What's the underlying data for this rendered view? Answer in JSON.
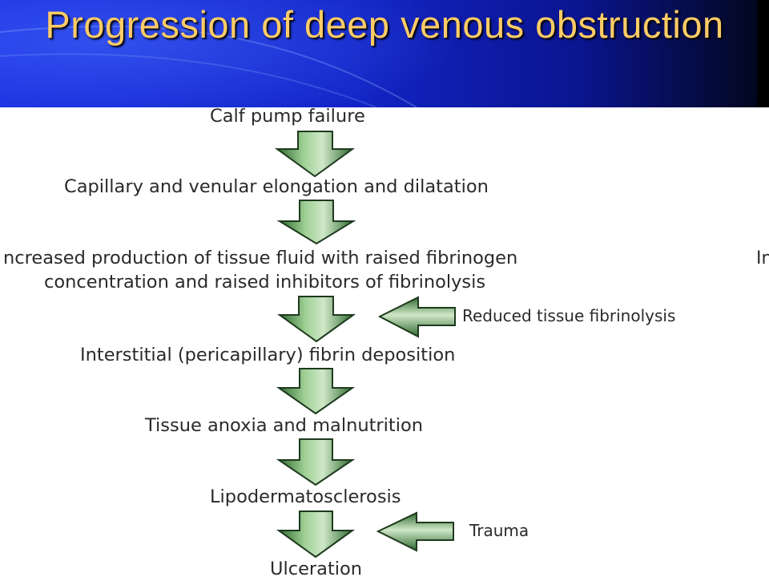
{
  "title": "Progression of deep venous obstruction",
  "colors": {
    "title_text": "#ffcc66",
    "title_bar": "#1a2fe0",
    "arrow_fill": "#4a8a4a",
    "arrow_fill_light": "#cfe8c8",
    "text": "#2a2a2a"
  },
  "steps": [
    "Calf pump failure",
    "Capillary and venular elongation and dilatation",
    "ncreased production of tissue fluid with raised fibrinogen",
    "concentration and raised inhibitors of fibrinolysis",
    "Interstitial (pericapillary) fibrin deposition",
    "Tissue anoxia and malnutrition",
    "Lipodermatosclerosis",
    "Ulceration"
  ],
  "side_inputs": [
    "Reduced tissue fibrinolysis",
    "Trauma"
  ],
  "edge_fragment": "In"
}
